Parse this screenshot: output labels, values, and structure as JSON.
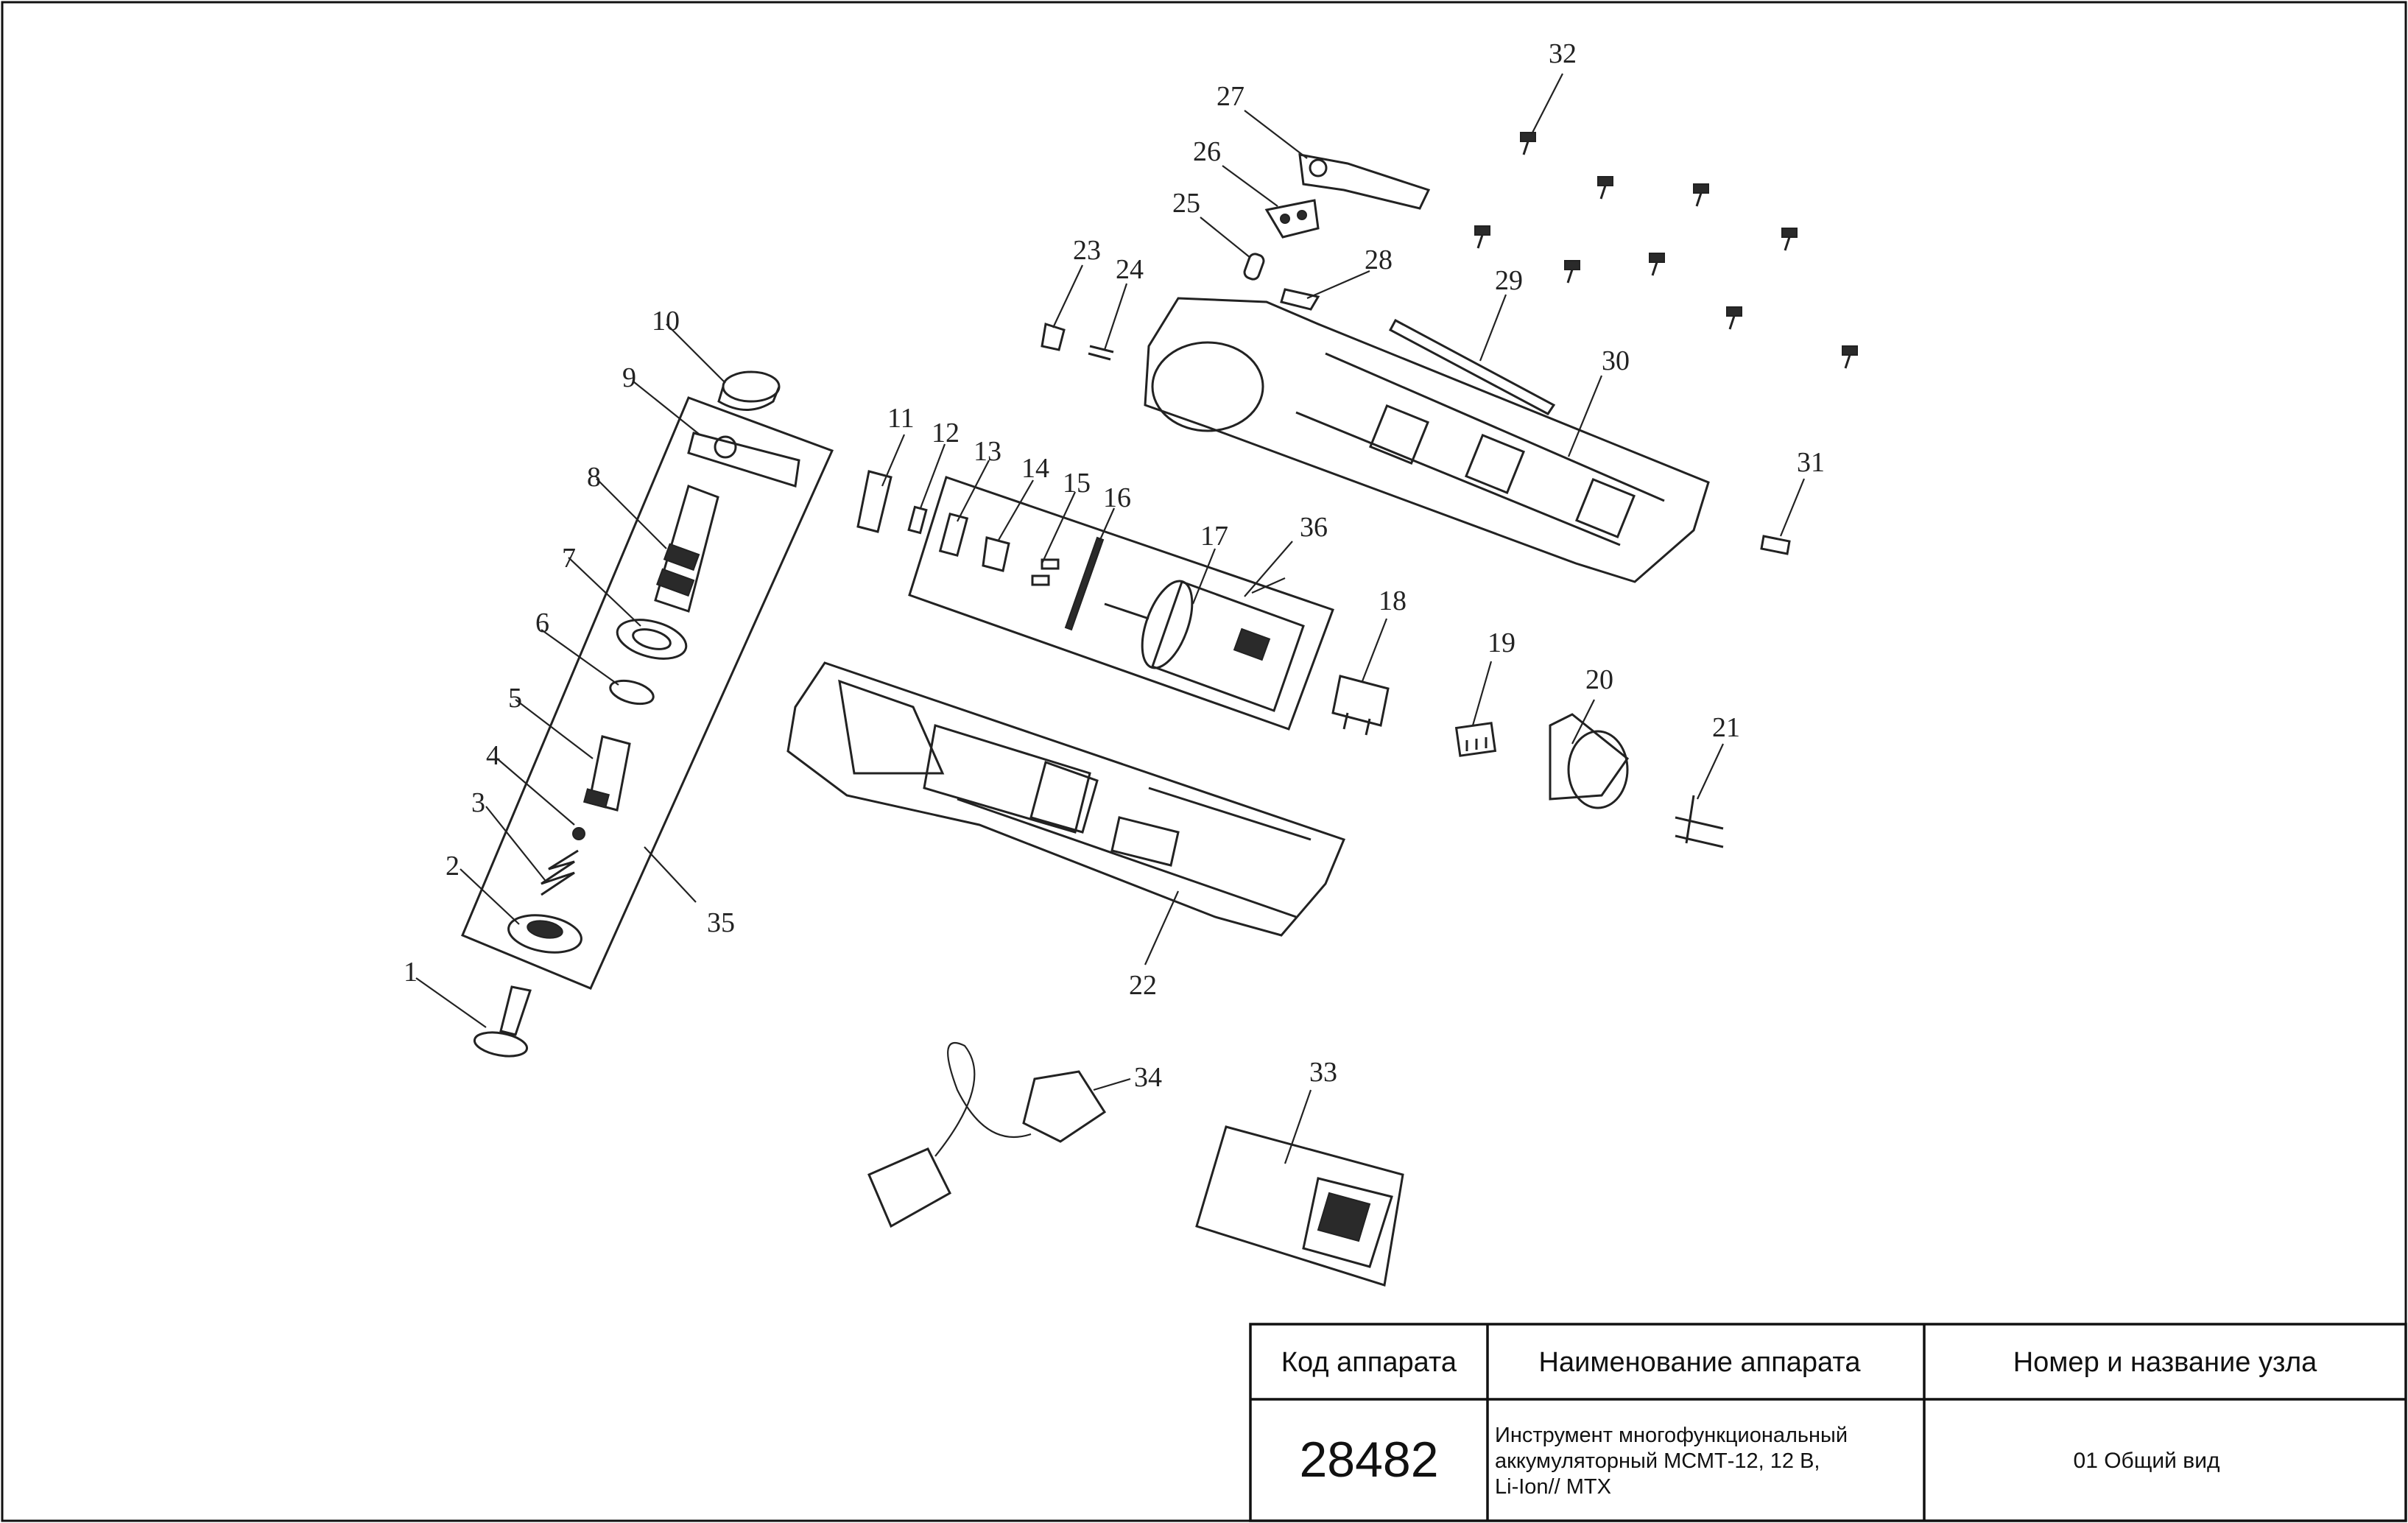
{
  "diagram": {
    "callouts": [
      "1",
      "2",
      "3",
      "4",
      "5",
      "6",
      "7",
      "8",
      "9",
      "10",
      "11",
      "12",
      "13",
      "14",
      "15",
      "16",
      "17",
      "18",
      "19",
      "20",
      "21",
      "22",
      "23",
      "24",
      "25",
      "26",
      "27",
      "28",
      "29",
      "30",
      "31",
      "32",
      "33",
      "34",
      "35",
      "36"
    ]
  },
  "title_block": {
    "col1_header": "Код аппарата",
    "col2_header": "Наименование аппарата",
    "col3_header": "Номер и название узла",
    "code": "28482",
    "name_line1": "Инструмент многофункциональный",
    "name_line2": "аккумуляторный МСМТ-12, 12 В,",
    "name_line3": "Li-Ion// MTX",
    "node": "01 Общий вид"
  }
}
